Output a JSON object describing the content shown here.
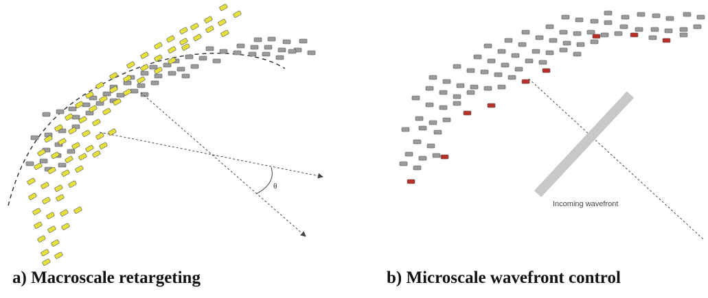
{
  "panel_a": {
    "caption": "a) Macroscale retargeting",
    "angle_label": "θ"
  },
  "panel_b": {
    "caption": "b) Microscale wavefront control",
    "wavefront_label": "Incoming wavefront"
  },
  "colors": {
    "tile_gray": "#9a9a9a",
    "tile_yellow": "#e6e03a",
    "tile_red": "#b8302a",
    "wavefront_bar": "#c8c8c8",
    "lines": "#444444"
  }
}
